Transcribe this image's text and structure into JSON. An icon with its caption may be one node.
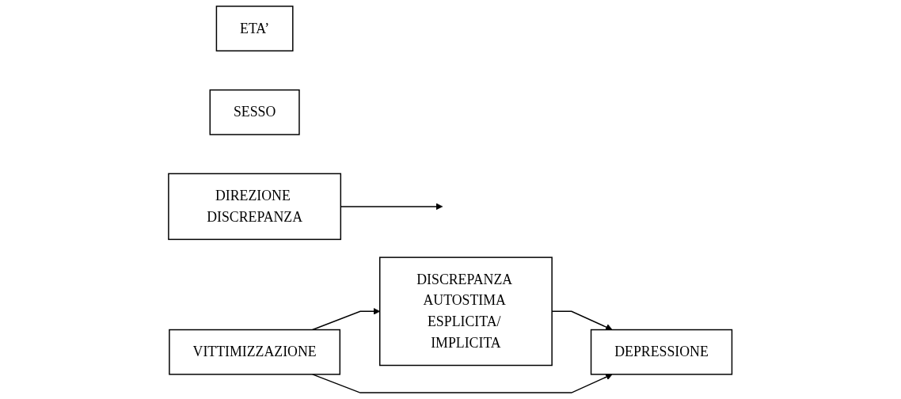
{
  "diagram": {
    "nodes": [
      {
        "text": [
          "ETA’"
        ]
      },
      {
        "text": [
          "SESSO"
        ]
      },
      {
        "text": [
          "DIREZIONE DISCREPANZA"
        ]
      },
      {
        "text": [
          "DISCREPANZA AUTOSTIMA ESPLICITA/ IMPLICITA"
        ]
      },
      {
        "text": [
          "VITTIMIZZAZIONE"
        ]
      },
      {
        "text": [
          "DEPRESSIONE"
        ]
      }
    ],
    "edges": [
      {
        "from": 4,
        "to": 3,
        "arrow": "to"
      },
      {
        "from": 3,
        "to": 5,
        "arrow": "to"
      },
      {
        "from": 2,
        "to": null,
        "arrow": "to"
      },
      {
        "from": 4,
        "to": 5,
        "arrow": "to"
      }
    ]
  }
}
